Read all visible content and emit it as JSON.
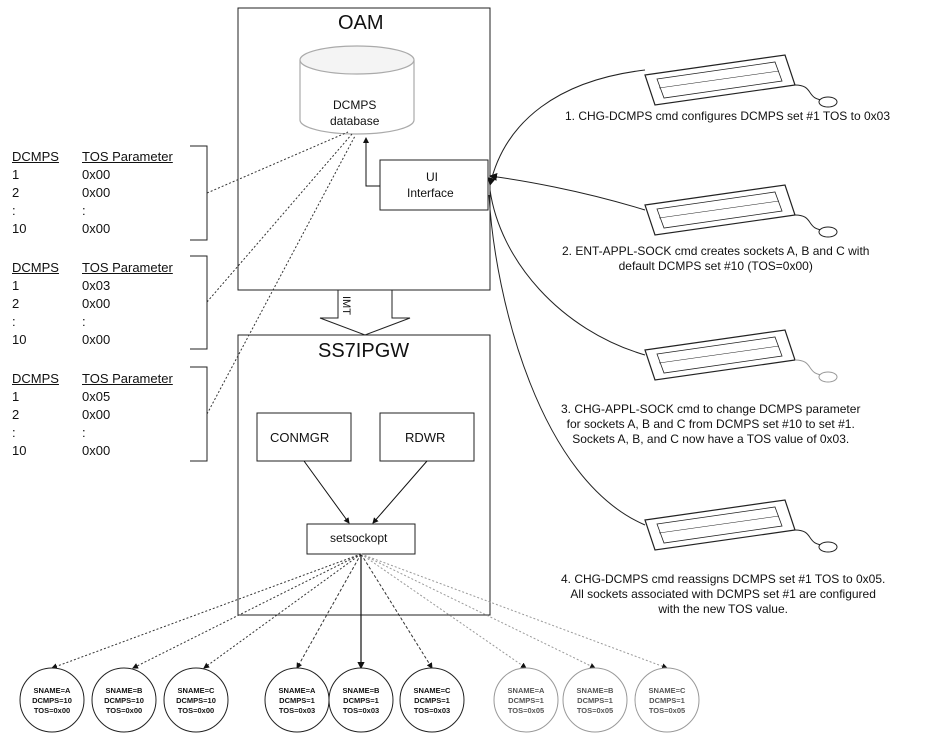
{
  "oam": {
    "title": "OAM",
    "database_label_line1": "DCMPS",
    "database_label_line2": "database",
    "ui_line1": "UI",
    "ui_line2": "Interface"
  },
  "imt_label": "IMT",
  "ss7ipgw": {
    "title": "SS7IPGW",
    "conmgr": "CONMGR",
    "rdwr": "RDWR",
    "setsockopt": "setsockopt"
  },
  "tables": [
    {
      "header": [
        "DCMPS",
        "TOS Parameter"
      ],
      "rows": [
        [
          "1",
          "0x00"
        ],
        [
          "2",
          "0x00"
        ],
        [
          ":",
          ":"
        ],
        [
          "10",
          "0x00"
        ]
      ]
    },
    {
      "header": [
        "DCMPS",
        "TOS Parameter"
      ],
      "rows": [
        [
          "1",
          "0x03"
        ],
        [
          "2",
          "0x00"
        ],
        [
          ":",
          ":"
        ],
        [
          "10",
          "0x00"
        ]
      ]
    },
    {
      "header": [
        "DCMPS",
        "TOS Parameter"
      ],
      "rows": [
        [
          "1",
          "0x05"
        ],
        [
          "2",
          "0x00"
        ],
        [
          ":",
          ":"
        ],
        [
          "10",
          "0x00"
        ]
      ]
    }
  ],
  "steps": [
    "1. CHG-DCMPS cmd configures DCMPS set #1 TOS to 0x03",
    "2. ENT-APPL-SOCK cmd creates sockets A, B and C with\ndefault DCMPS set #10 (TOS=0x00)",
    "3. CHG-APPL-SOCK cmd to change DCMPS parameter\nfor sockets A, B and C from DCMPS set #10 to set #1.\nSockets A, B, and C now have a TOS value of 0x03.",
    "4. CHG-DCMPS cmd reassigns DCMPS set #1 TOS to 0x05.\nAll sockets associated with DCMPS set #1 are configured\nwith the new TOS value."
  ],
  "sockets": [
    {
      "sname": "SNAME=A",
      "dcmps": "DCMPS=10",
      "tos": "TOS=0x00"
    },
    {
      "sname": "SNAME=B",
      "dcmps": "DCMPS=10",
      "tos": "TOS=0x00"
    },
    {
      "sname": "SNAME=C",
      "dcmps": "DCMPS=10",
      "tos": "TOS=0x00"
    },
    {
      "sname": "SNAME=A",
      "dcmps": "DCMPS=1",
      "tos": "TOS=0x03"
    },
    {
      "sname": "SNAME=B",
      "dcmps": "DCMPS=1",
      "tos": "TOS=0x03"
    },
    {
      "sname": "SNAME=C",
      "dcmps": "DCMPS=1",
      "tos": "TOS=0x03"
    },
    {
      "sname": "SNAME=A",
      "dcmps": "DCMPS=1",
      "tos": "TOS=0x05"
    },
    {
      "sname": "SNAME=B",
      "dcmps": "DCMPS=1",
      "tos": "TOS=0x05"
    },
    {
      "sname": "SNAME=C",
      "dcmps": "DCMPS=1",
      "tos": "TOS=0x05"
    }
  ],
  "colors": {
    "line": "#222222",
    "faded": "#999999"
  }
}
